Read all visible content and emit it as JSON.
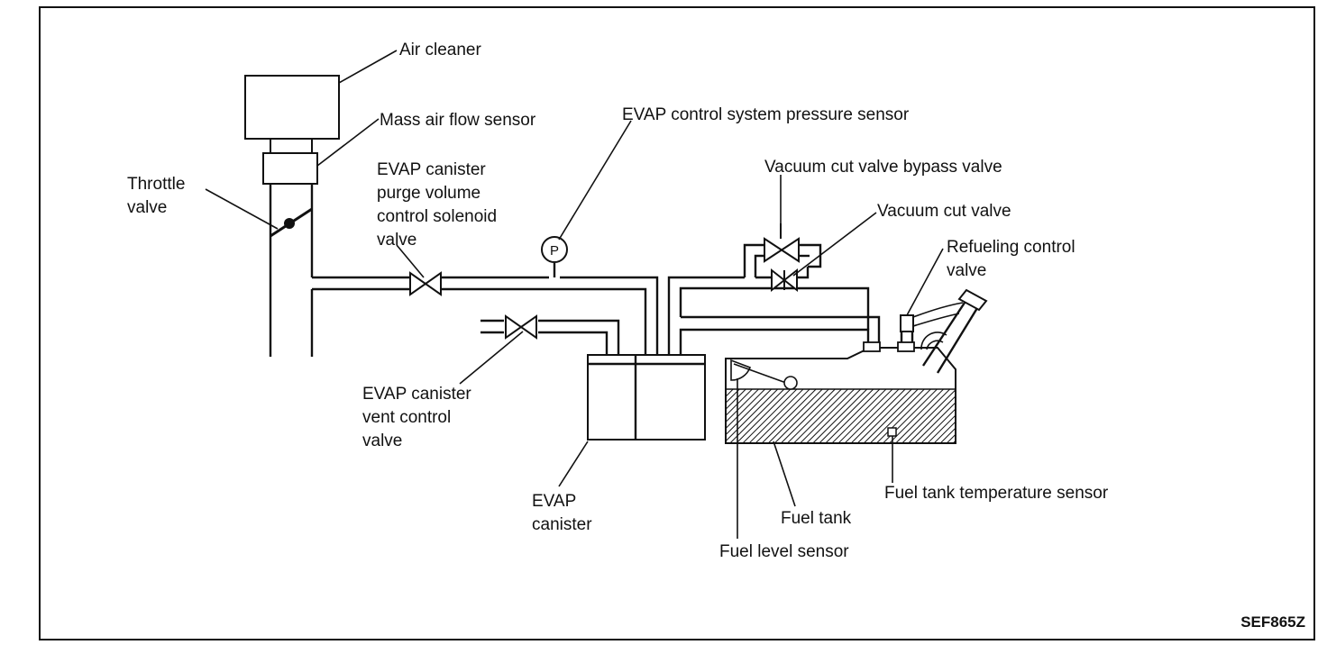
{
  "labels": {
    "air_cleaner": "Air cleaner",
    "mass_air_flow_sensor": "Mass air flow sensor",
    "throttle_valve": [
      "Throttle",
      "valve"
    ],
    "purge_valve": [
      "EVAP canister",
      "purge volume",
      "control solenoid",
      "valve"
    ],
    "pressure_sensor": "EVAP control system pressure sensor",
    "bypass_valve": "Vacuum cut valve bypass valve",
    "vacuum_cut_valve": "Vacuum cut valve",
    "refueling_valve": [
      "Refueling control",
      "valve"
    ],
    "vent_valve": [
      "EVAP canister",
      "vent control",
      "valve"
    ],
    "canister": [
      "EVAP",
      "canister"
    ],
    "fuel_tank": "Fuel tank",
    "fuel_level_sensor": "Fuel level sensor",
    "temp_sensor": "Fuel tank temperature sensor",
    "p_symbol": "P"
  },
  "figure_code": "SEF865Z",
  "colors": {
    "line": "#111111",
    "background": "#ffffff"
  }
}
